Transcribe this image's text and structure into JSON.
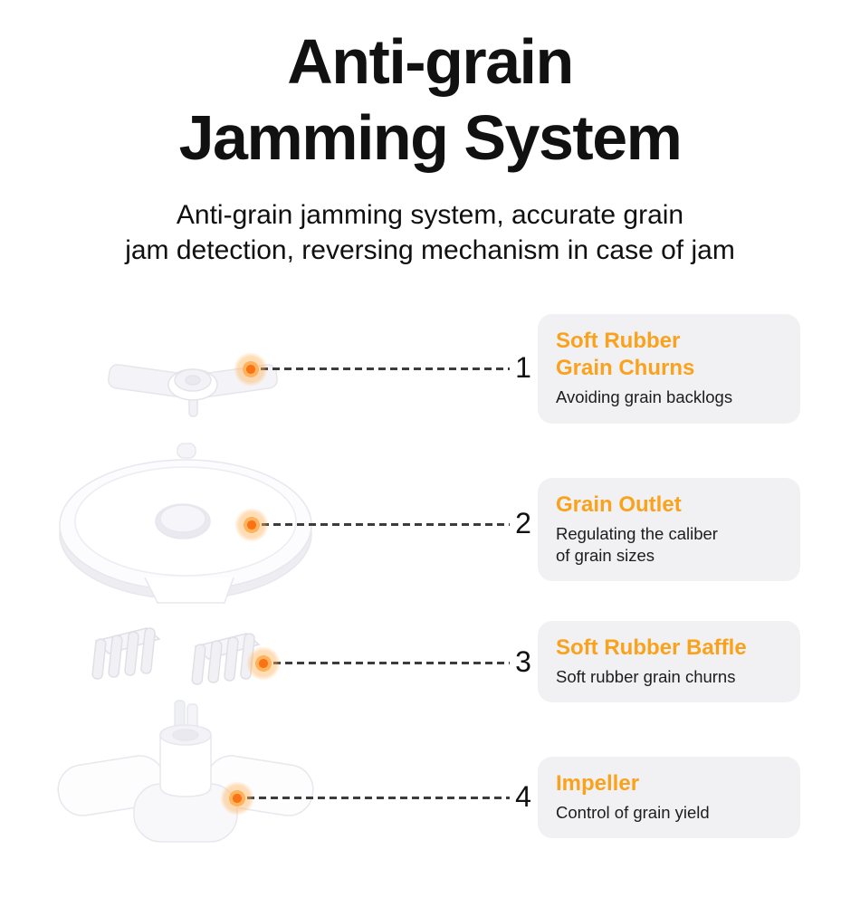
{
  "header": {
    "title": "Anti-grain\nJamming System",
    "subtitle": "Anti-grain jamming system, accurate grain\njam detection, reversing mechanism in case of jam"
  },
  "callouts": [
    {
      "number": "1",
      "title": "Soft Rubber\nGrain Churns",
      "description": "Avoiding grain backlogs"
    },
    {
      "number": "2",
      "title": "Grain Outlet",
      "description": "Regulating the caliber\nof grain sizes"
    },
    {
      "number": "3",
      "title": "Soft Rubber Baffle",
      "description": "Soft rubber grain churns"
    },
    {
      "number": "4",
      "title": "Impeller",
      "description": "Control of grain yield"
    }
  ],
  "illustrations": [
    "soft-rubber-grain-churns",
    "grain-outlet-disc",
    "soft-rubber-baffles",
    "impeller"
  ],
  "colors": {
    "accent": "#FAA21B",
    "card_bg": "#F1F1F4",
    "text": "#111111",
    "dot_core": "#F97316",
    "dash": "#3C3C3C"
  }
}
